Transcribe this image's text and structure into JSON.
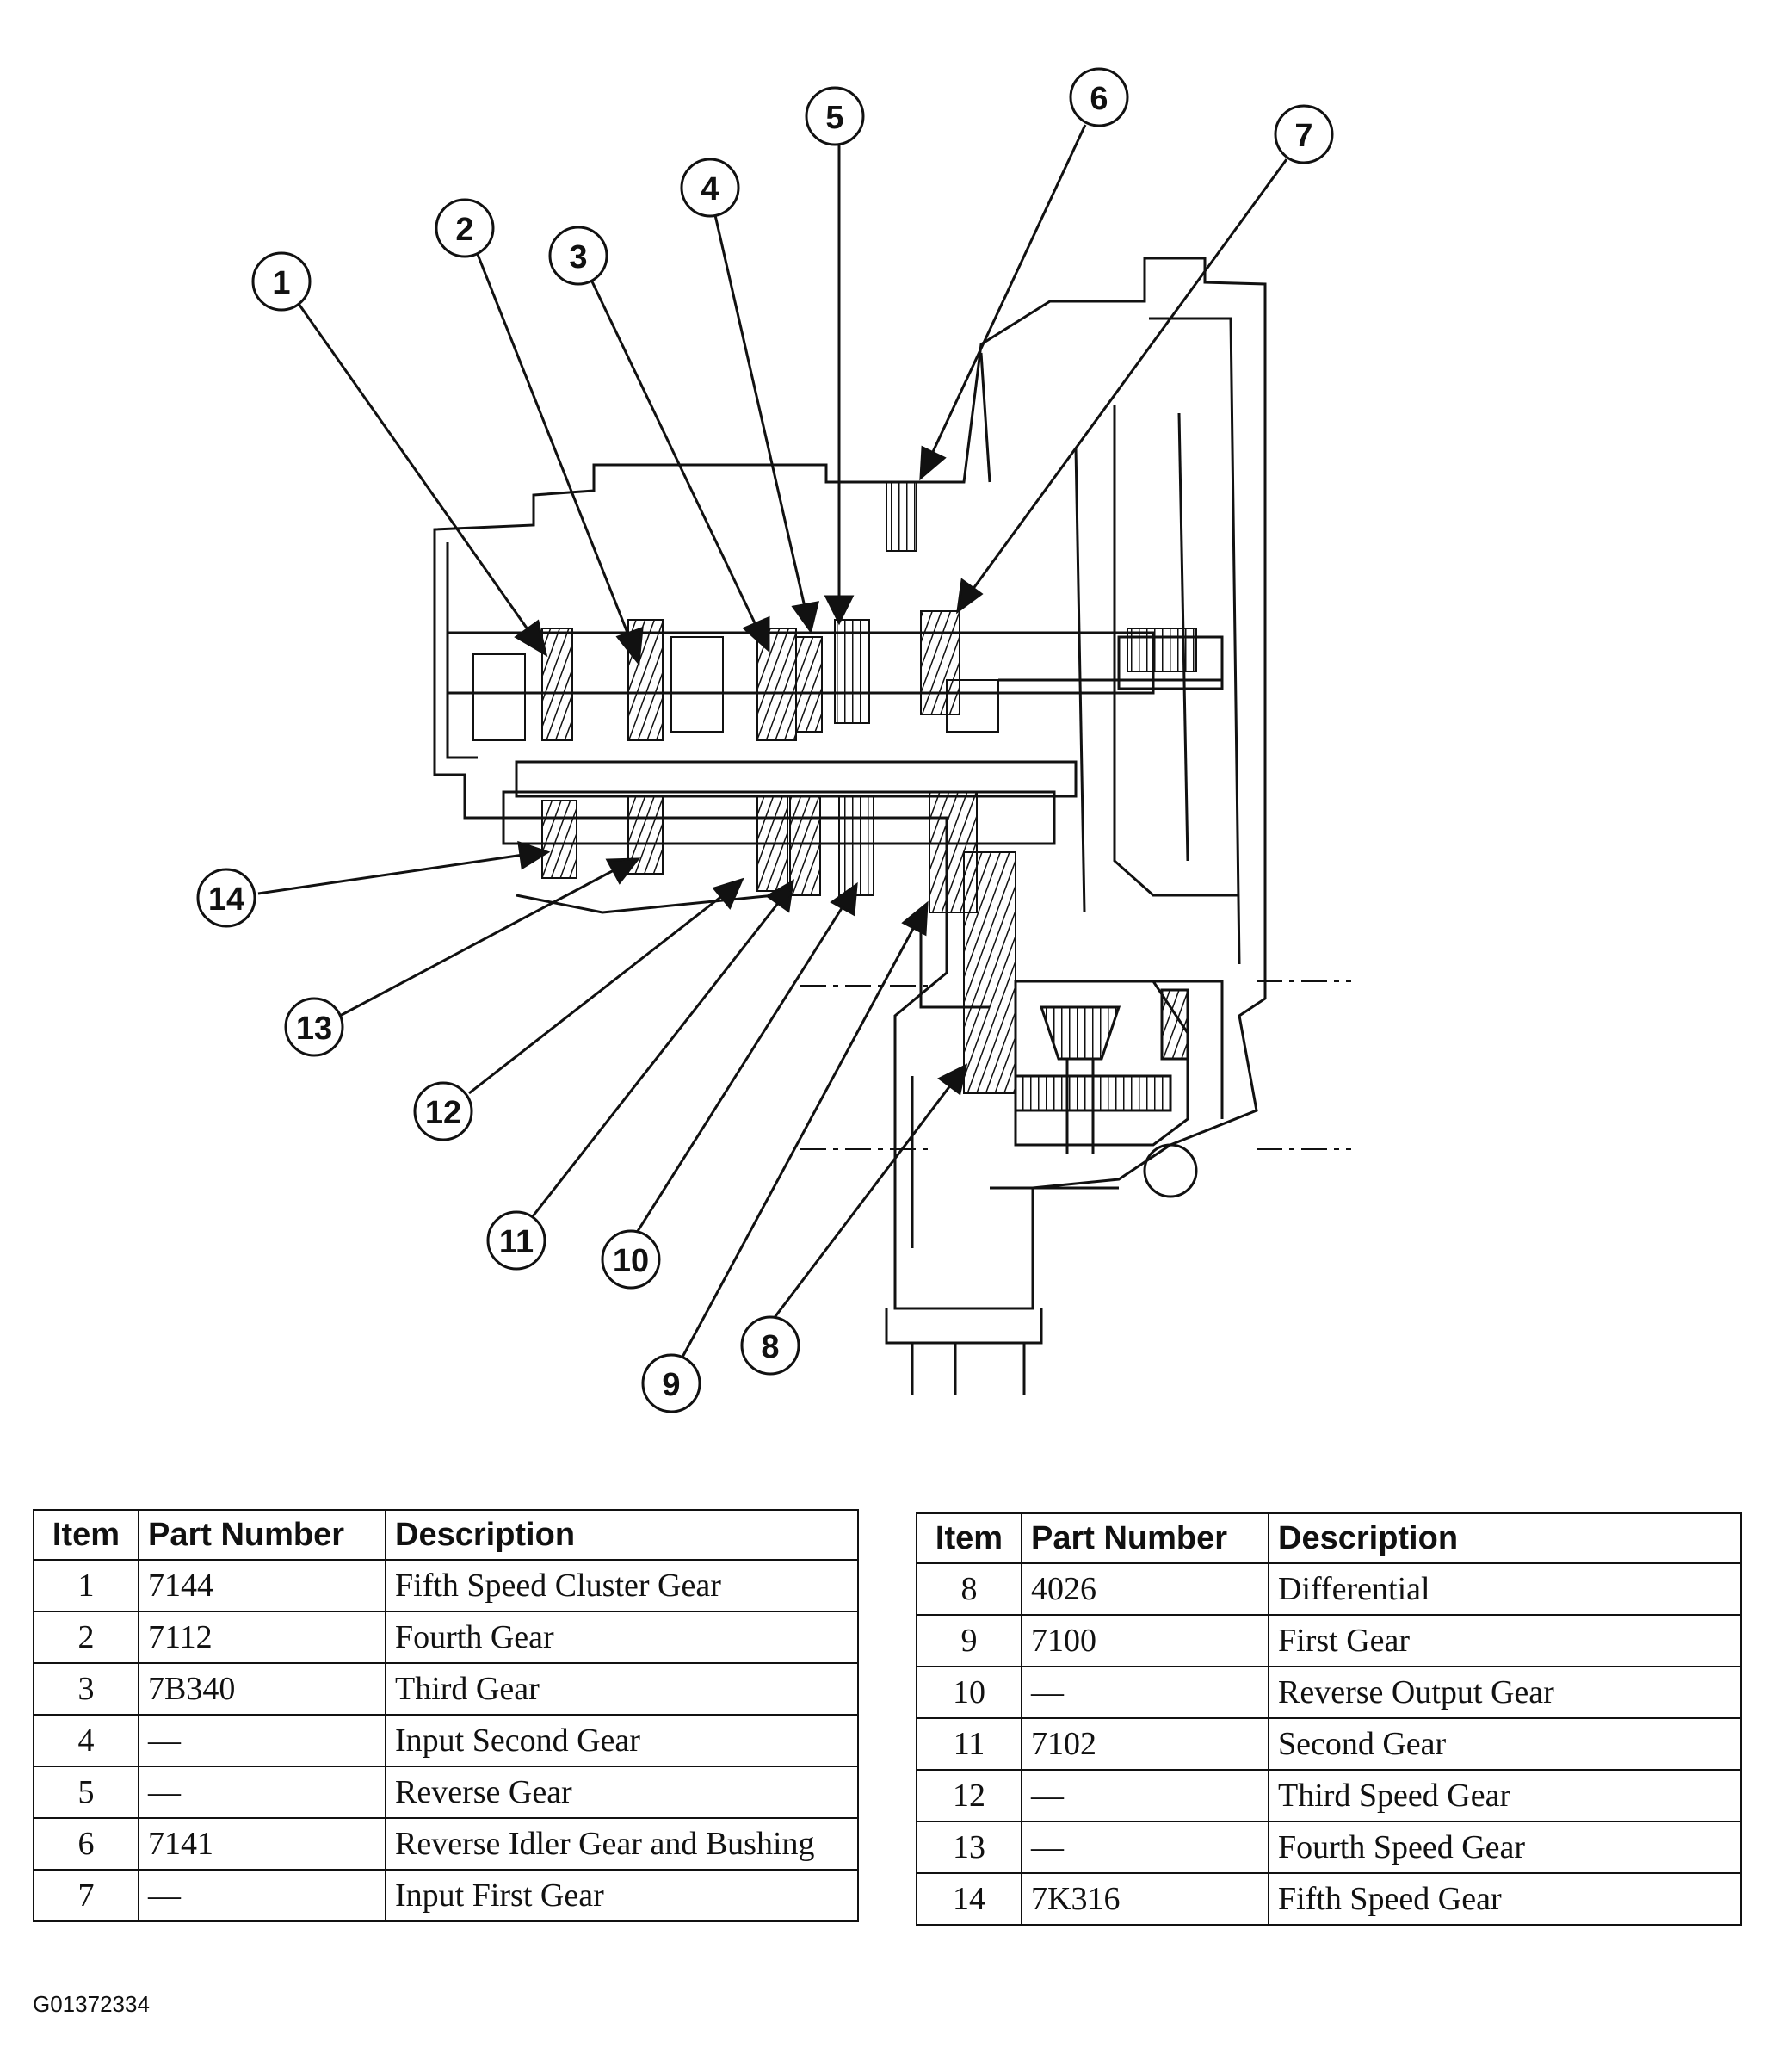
{
  "diagram": {
    "callouts": [
      "1",
      "2",
      "3",
      "4",
      "5",
      "6",
      "7",
      "8",
      "9",
      "10",
      "11",
      "12",
      "13",
      "14"
    ]
  },
  "table_left": {
    "headers": {
      "item": "Item",
      "part": "Part Number",
      "desc": "Description"
    },
    "rows": [
      {
        "item": "1",
        "part": "7144",
        "desc": "Fifth Speed Cluster Gear"
      },
      {
        "item": "2",
        "part": "7112",
        "desc": "Fourth Gear"
      },
      {
        "item": "3",
        "part": "7B340",
        "desc": "Third Gear"
      },
      {
        "item": "4",
        "part": "—",
        "desc": "Input Second Gear"
      },
      {
        "item": "5",
        "part": "—",
        "desc": "Reverse Gear"
      },
      {
        "item": "6",
        "part": "7141",
        "desc": "Reverse Idler Gear and Bushing"
      },
      {
        "item": "7",
        "part": "—",
        "desc": "Input First Gear"
      }
    ]
  },
  "table_right": {
    "headers": {
      "item": "Item",
      "part": "Part Number",
      "desc": "Description"
    },
    "rows": [
      {
        "item": "8",
        "part": "4026",
        "desc": "Differential"
      },
      {
        "item": "9",
        "part": "7100",
        "desc": "First Gear"
      },
      {
        "item": "10",
        "part": "—",
        "desc": "Reverse Output Gear"
      },
      {
        "item": "11",
        "part": "7102",
        "desc": "Second Gear"
      },
      {
        "item": "12",
        "part": "—",
        "desc": "Third Speed Gear"
      },
      {
        "item": "13",
        "part": "—",
        "desc": "Fourth Speed Gear"
      },
      {
        "item": "14",
        "part": "7K316",
        "desc": "Fifth Speed Gear"
      }
    ]
  },
  "figure_code": "G01372334"
}
